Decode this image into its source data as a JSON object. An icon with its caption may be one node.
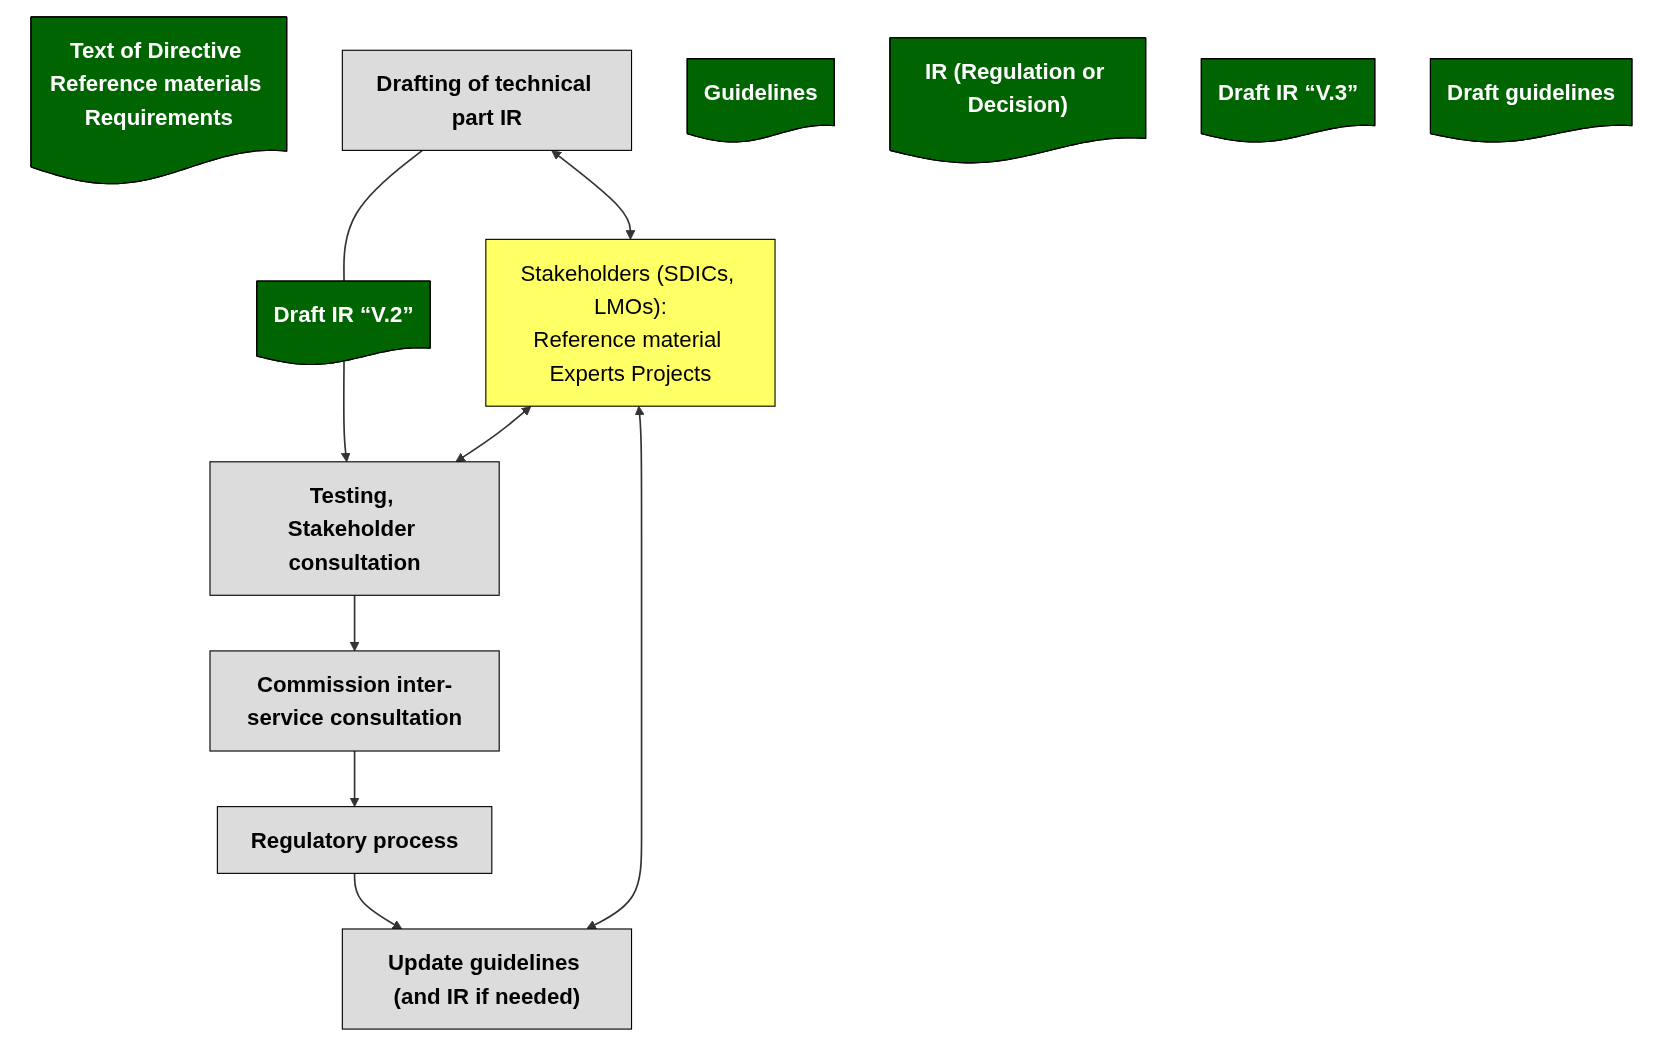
{
  "diagram": {
    "nodes": [
      {
        "text": [
          "Text of Directive Reference materials Requirements"
        ]
      },
      {
        "text": [
          "Drafting of technical part IR"
        ]
      },
      {
        "text": [
          "Draft IR “V.2”"
        ]
      },
      {
        "text": [
          "Update guidelines (and IR if needed)"
        ]
      },
      {
        "text": [
          "Stakeholders (SDICs, LMOs):",
          "Reference material Experts Projects"
        ]
      },
      {
        "text": [
          "Testing, Stakeholder consultation"
        ]
      },
      {
        "text": [
          "Guidelines"
        ]
      },
      {
        "text": [
          "IR (Regulation or Decision)"
        ]
      },
      {
        "text": [
          "Draft IR “V.3”"
        ]
      },
      {
        "text": [
          "Regulatory process"
        ]
      },
      {
        "text": [
          "Draft guidelines"
        ]
      },
      {
        "text": [
          "Commission inter-service consultation"
        ]
      }
    ],
    "edges": [
      {
        "from": 1,
        "to": 4,
        "arrow": "both"
      },
      {
        "from": 1,
        "to": 2,
        "arrow": "none"
      },
      {
        "from": 2,
        "to": 5,
        "arrow": "to"
      },
      {
        "from": 4,
        "to": 5,
        "arrow": "both"
      },
      {
        "from": 3,
        "to": 4,
        "arrow": "both"
      },
      {
        "from": 5,
        "to": 11,
        "arrow": "to"
      },
      {
        "from": 11,
        "to": 9,
        "arrow": "to"
      },
      {
        "from": 9,
        "to": 3,
        "arrow": "to"
      }
    ]
  }
}
